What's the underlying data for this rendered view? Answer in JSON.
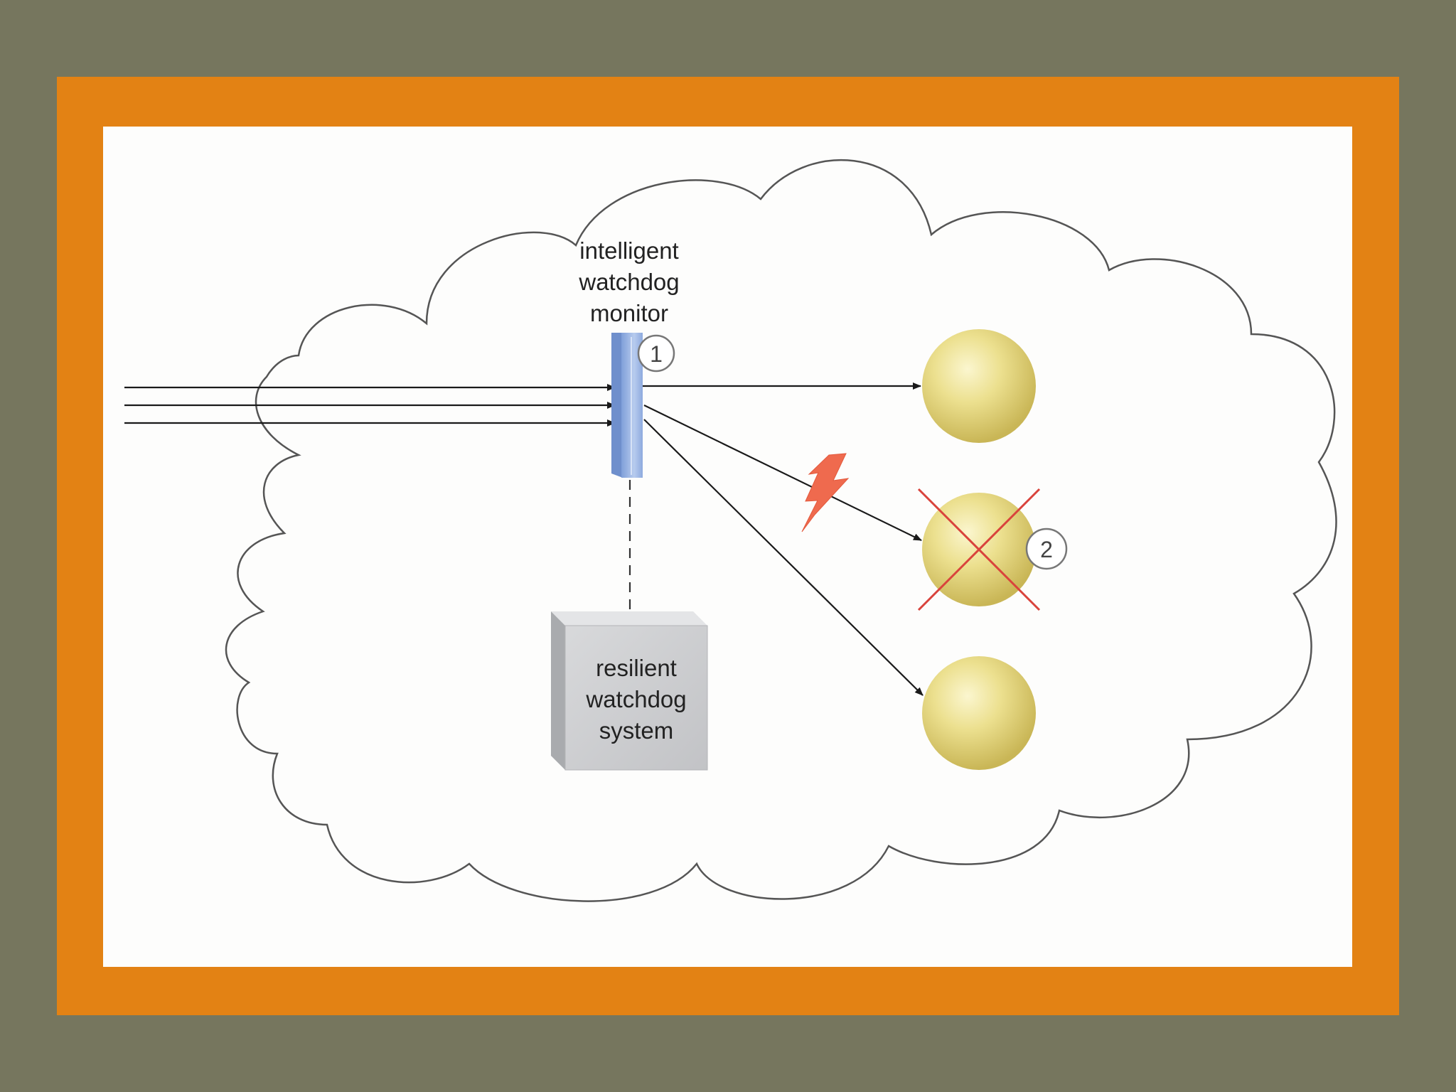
{
  "diagram": {
    "monitor_label": [
      "intelligent",
      "watchdog",
      "monitor"
    ],
    "system_label": [
      "resilient",
      "watchdog",
      "system"
    ],
    "callout_1": "1",
    "callout_2": "2"
  },
  "colors": {
    "background": "#76765e",
    "frame": "#e38214",
    "canvas": "#fdfdfc",
    "monitor_bar": "#9db7e3",
    "node_fill": "#e8dc8a",
    "failure_cross": "#d9433c",
    "lightning": "#ef6a4e",
    "system_box": "#cfd0d2"
  },
  "icons": {
    "fault": "lightning-bolt-icon",
    "failed_node": "cross-icon"
  }
}
